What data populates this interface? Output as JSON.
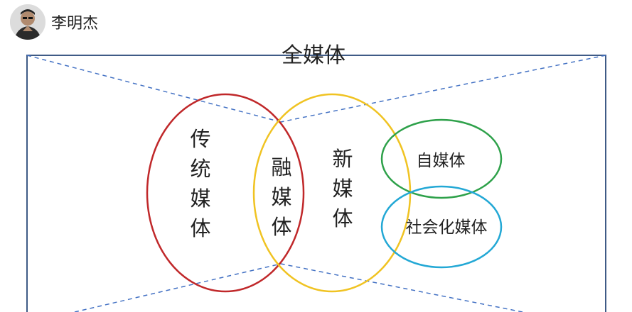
{
  "header": {
    "author_name": "李明杰",
    "avatar_icon": "person-avatar-icon"
  },
  "diagram": {
    "title": "全媒体",
    "circles": {
      "traditional": {
        "chars": [
          "传",
          "统",
          "媒",
          "体"
        ],
        "color": "#C0282A"
      },
      "converged": {
        "chars": [
          "融",
          "媒",
          "体"
        ],
        "color": "#F0C322"
      },
      "new": {
        "chars": [
          "新",
          "媒",
          "体"
        ],
        "color": "#F0C322"
      },
      "self": {
        "label": "自媒体",
        "color": "#2EA14A"
      },
      "social": {
        "label": "社会化媒体",
        "color": "#23A8D5"
      }
    },
    "frame_color": "#3F5B86",
    "guide_line_color": "#4472C4"
  }
}
